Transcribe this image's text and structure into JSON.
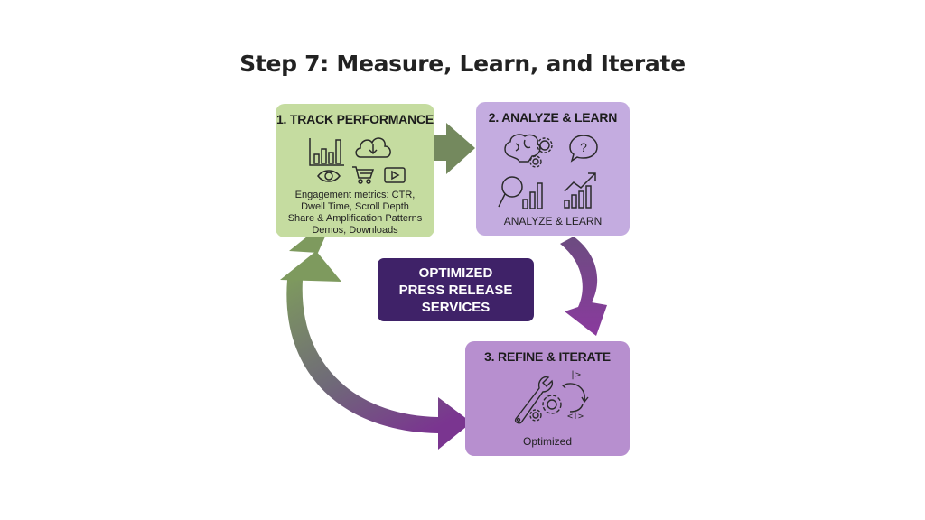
{
  "title": "Step 7: Measure, Learn, and Iterate",
  "center": {
    "lines": [
      "OPTIMIZED",
      "PRESS RELEASE",
      "SERVICES"
    ]
  },
  "steps": [
    {
      "title": "1. TRACK PERFORMANCE",
      "icons": [
        "bar-chart-icon",
        "cloud-download-icon",
        "eye-icon",
        "shopping-cart-icon",
        "video-play-icon"
      ],
      "lines": [
        "Engagement metrics: CTR,",
        "Dwell Time, Scroll Depth",
        "Share & Amplification Patterns",
        "Demos, Downloads"
      ],
      "color": "#c5dca0"
    },
    {
      "title": "2. ANALYZE & LEARN",
      "icons": [
        "brain-gears-icon",
        "question-bubble-icon",
        "magnifier-chart-icon",
        "growth-chart-icon"
      ],
      "caption": "ANALYZE & LEARN",
      "color": "#c4ace0"
    },
    {
      "title": "3. REFINE & ITERATE",
      "icons": [
        "wrench-gears-icon",
        "cycle-arrows-icon",
        "code-icon"
      ],
      "caption": "Optimized",
      "color": "#b78fcf"
    }
  ],
  "colors": {
    "arrow_green": "#7e9a60",
    "arrow_purple": "#7a3a8c",
    "center_box": "#3f2268"
  }
}
